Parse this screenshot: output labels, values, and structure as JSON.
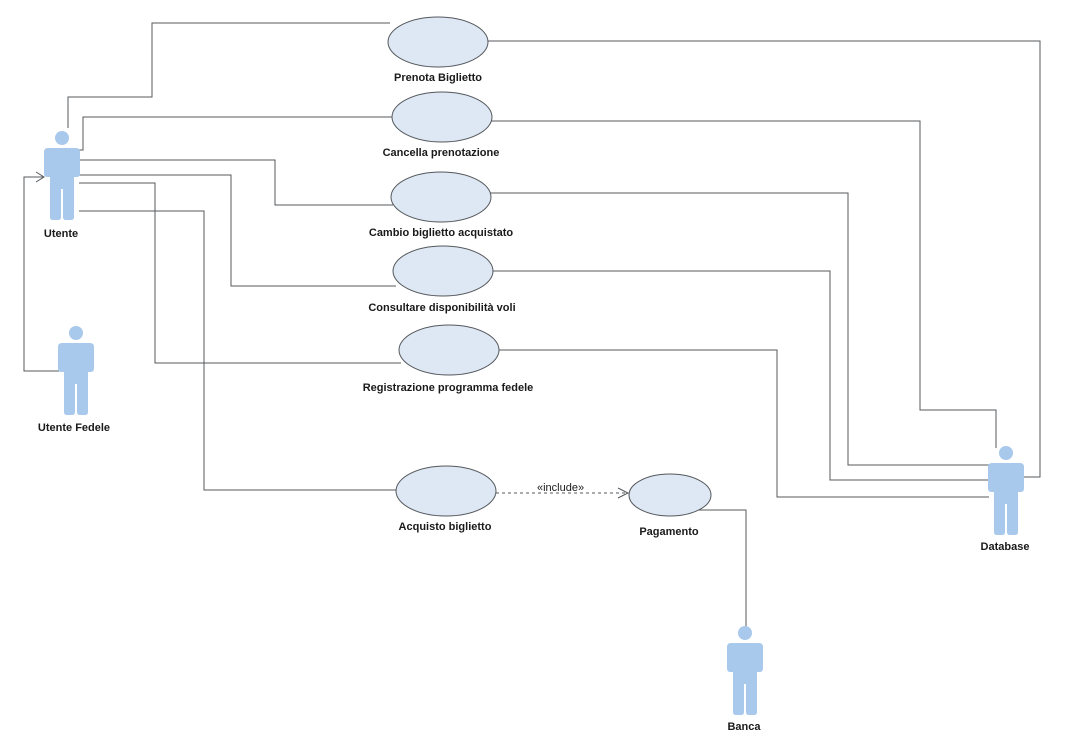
{
  "diagram": {
    "actors": {
      "utente": "Utente",
      "utente_fedele": "Utente Fedele",
      "database": "Database",
      "banca": "Banca"
    },
    "use_cases": {
      "prenota": "Prenota Biglietto",
      "cancella": "Cancella prenotazione",
      "cambio": "Cambio biglietto acquistato",
      "consultare": "Consultare disponibilità voli",
      "registrazione": "Registrazione programma fedele",
      "acquisto": "Acquisto biglietto",
      "pagamento": "Pagamento"
    },
    "relations": {
      "include_label": "«include»"
    },
    "colors": {
      "use_case_fill": "#dde8f4",
      "actor_fill": "#a9c9ec",
      "line": "#55585c"
    }
  }
}
